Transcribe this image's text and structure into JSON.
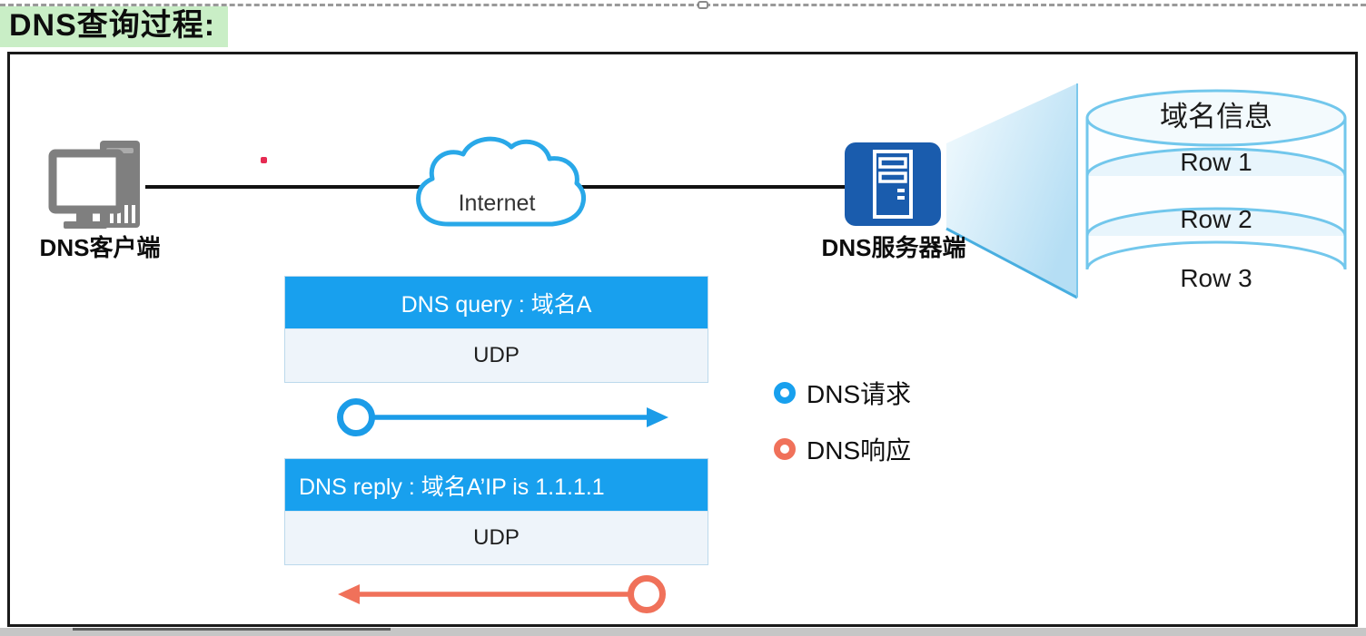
{
  "page": {
    "title": "DNS查询过程:"
  },
  "diagram": {
    "client": {
      "label": "DNS客户端",
      "icon": "desktop-computer-icon"
    },
    "cloud": {
      "label": "Internet",
      "icon": "cloud-icon"
    },
    "server": {
      "label": "DNS服务器端",
      "icon": "server-icon"
    },
    "database": {
      "icon": "database-cylinder-icon",
      "title": "域名信息",
      "rows": [
        "Row 1",
        "Row 2",
        "Row 3"
      ]
    },
    "query_message": {
      "header": "DNS query : 域名A",
      "protocol": "UDP"
    },
    "reply_message": {
      "header": "DNS reply : 域名A’IP is 1.1.1.1",
      "protocol": "UDP"
    },
    "legend": [
      {
        "label": "DNS请求",
        "icon": "blue-ring-icon",
        "color": "#18a0ee"
      },
      {
        "label": "DNS响应",
        "icon": "orange-ring-icon",
        "color": "#f0715a"
      }
    ]
  },
  "colors": {
    "title_highlight_green": "#c9eec6",
    "message_header_blue": "#18a0ee",
    "message_body_light": "#eef4fa",
    "request_arrow_blue": "#1b9ce8",
    "response_arrow_orange": "#f0715a",
    "server_box_blue": "#1a5cad",
    "cloud_outline_blue": "#29a8e8",
    "cylinder_outline_blue": "#72c7ec",
    "frame_border_black": "#1a1a1a"
  }
}
